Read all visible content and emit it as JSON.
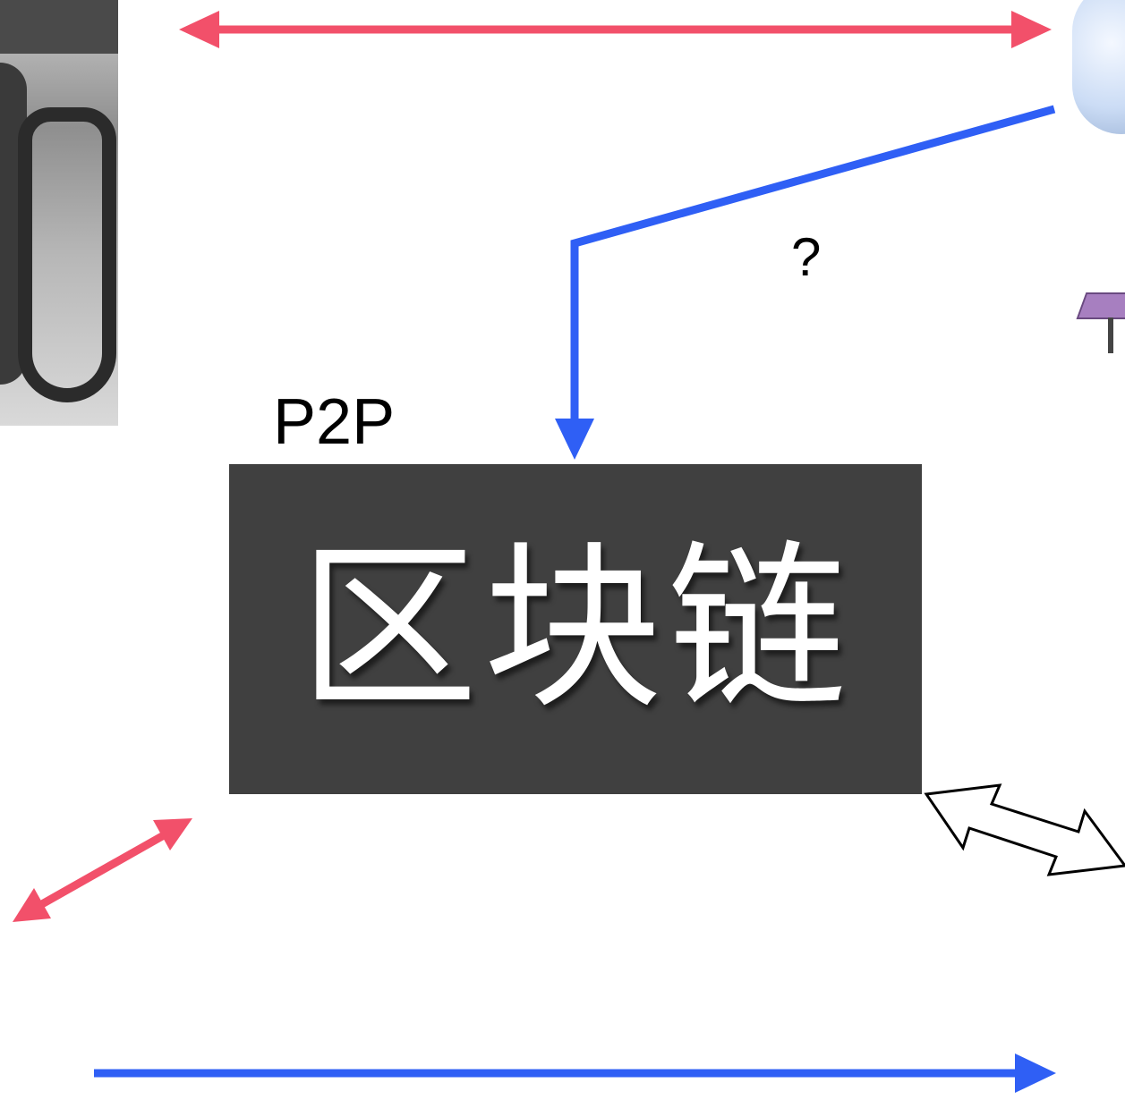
{
  "diagram": {
    "center_node": {
      "label": "区块链",
      "caption": "P2P"
    },
    "edge_labels": {
      "question": "?"
    },
    "colors": {
      "red_arrow": "#f2506a",
      "blue_arrow": "#2f5ff5",
      "box_fill": "#404040",
      "box_text": "#ffffff",
      "hollow_arrow_stroke": "#000000"
    },
    "partial_images": [
      {
        "name": "photo-person-at-computer",
        "icon": "photo-icon"
      },
      {
        "name": "cloud-illustration",
        "icon": "cloud-icon"
      },
      {
        "name": "purple-table-illustration",
        "icon": "table-icon"
      }
    ]
  }
}
